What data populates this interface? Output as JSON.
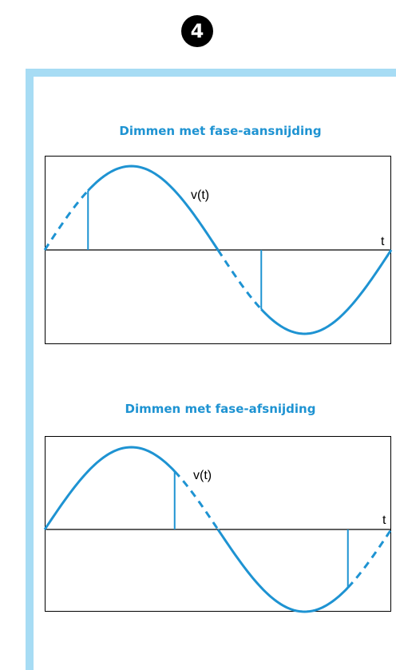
{
  "badge": {
    "number": "4",
    "color": "#000000"
  },
  "colors": {
    "accent": "#1e93d2",
    "panel_border": "#a7dcf4",
    "box_border": "#000000"
  },
  "diagrams": [
    {
      "title": "Dimmen met fase-aansnijding",
      "curve_label": "v(t)",
      "axis_label": "t",
      "waveform": "sine",
      "mode": "leading-edge",
      "cut_phase_deg": 45,
      "visible_segments": [
        [
          45,
          180
        ],
        [
          225,
          360
        ]
      ],
      "dashed_segments": [
        [
          0,
          45
        ],
        [
          180,
          225
        ]
      ]
    },
    {
      "title": "Dimmen met fase-afsnijding",
      "curve_label": "v(t)",
      "axis_label": "t",
      "waveform": "sine",
      "mode": "trailing-edge",
      "cut_phase_deg": 135,
      "visible_segments": [
        [
          0,
          135
        ],
        [
          180,
          315
        ]
      ],
      "dashed_segments": [
        [
          135,
          180
        ],
        [
          315,
          360
        ]
      ]
    }
  ]
}
